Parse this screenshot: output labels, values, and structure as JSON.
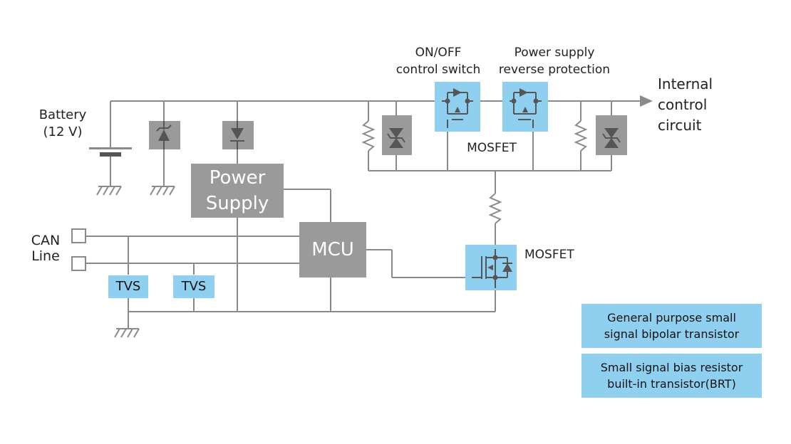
{
  "labels": {
    "battery_line1": "Battery",
    "battery_line2": "(12 V)",
    "power_supply_line1": "Power",
    "power_supply_line2": "Supply",
    "mcu": "MCU",
    "can_line1": "CAN",
    "can_line2": "Line",
    "tvs_1": "TVS",
    "tvs_2": "TVS",
    "onoff_line1": "ON/OFF",
    "onoff_line2": "control switch",
    "reverse_line1": "Power supply",
    "reverse_line2": "reverse protection",
    "mosfet_top": "MOSFET",
    "mosfet_bottom": "MOSFET",
    "internal_line1": "Internal",
    "internal_line2": "control",
    "internal_line3": "circuit"
  },
  "legend": [
    {
      "line1": "General purpose small",
      "line2": "signal bipolar transistor"
    },
    {
      "line1": "Small signal bias resistor",
      "line2": "built-in transistor(BRT)"
    }
  ],
  "colors": {
    "wire": "#8a8a8a",
    "gray_block": "#9a9a9a",
    "highlight_blue": "#8fcff0"
  }
}
